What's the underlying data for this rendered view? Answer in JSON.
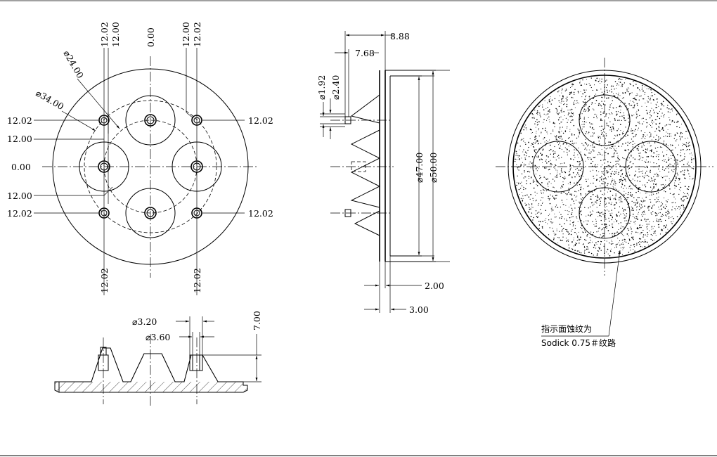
{
  "front_view": {
    "dims": {
      "top_left_outer": "12.02",
      "top_left_inner": "12.00",
      "top_center": "0.00",
      "top_right_inner": "12.00",
      "top_right_outer": "12.02",
      "dia_24": "⌀24.00",
      "dia_34": "⌀34.00",
      "left_top": "12.02",
      "left_upper": "12.00",
      "left_mid": "0.00",
      "left_lower": "12.00",
      "left_bottom": "12.02",
      "right_top": "12.02",
      "right_bottom": "12.02",
      "bottom_left": "12.02",
      "bottom_right": "12.02"
    }
  },
  "side_view": {
    "dims": {
      "d888": "8.88",
      "d768": "7.68",
      "dia_192": "⌀1.92",
      "dia_240": "⌀2.40",
      "dia_47": "⌀47.00",
      "dia_50": "⌀50.00",
      "d200": "2.00",
      "d300": "3.00"
    }
  },
  "section_view": {
    "dims": {
      "dia_320": "⌀3.20",
      "dia_360": "⌀3.60",
      "d700": "7.00"
    }
  },
  "texture_view": {
    "note_line1": "指示面蚀纹为",
    "note_line2": "Sodick 0.75＃纹路"
  }
}
